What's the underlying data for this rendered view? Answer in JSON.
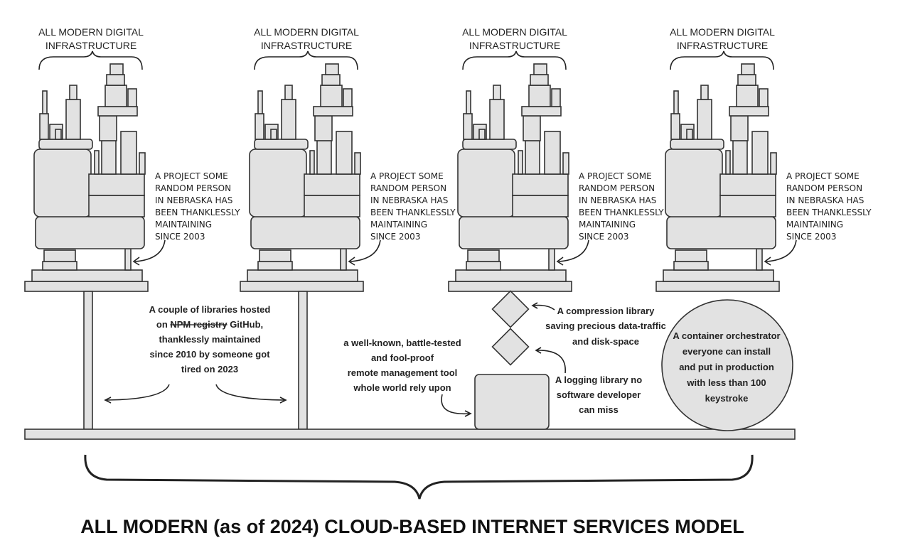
{
  "towers": [
    {
      "heading": [
        "ALL MODERN DIGITAL",
        "INFRASTRUCTURE"
      ],
      "annotation": [
        "A PROJECT SOME",
        "RANDOM PERSON",
        "IN NEBRASKA HAS",
        "BEEN THANKLESSLY",
        "MAINTAINING",
        "SINCE 2003"
      ]
    },
    {
      "heading": [
        "ALL MODERN DIGITAL",
        "INFRASTRUCTURE"
      ],
      "annotation": [
        "A PROJECT SOME",
        "RANDOM PERSON",
        "IN NEBRASKA HAS",
        "BEEN THANKLESSLY",
        "MAINTAINING",
        "SINCE 2003"
      ]
    },
    {
      "heading": [
        "ALL MODERN DIGITAL",
        "INFRASTRUCTURE"
      ],
      "annotation": [
        "A PROJECT SOME",
        "RANDOM PERSON",
        "IN NEBRASKA HAS",
        "BEEN THANKLESSLY",
        "MAINTAINING",
        "SINCE 2003"
      ]
    },
    {
      "heading": [
        "ALL MODERN DIGITAL",
        "INFRASTRUCTURE"
      ],
      "annotation": [
        "A PROJECT SOME",
        "RANDOM PERSON",
        "IN NEBRASKA HAS",
        "BEEN THANKLESSLY",
        "MAINTAINING",
        "SINCE 2003"
      ]
    }
  ],
  "notes": {
    "libraries": {
      "line1": "A couple of libraries hosted",
      "line2_prefix": "on ",
      "line2_struck": "NPM registry",
      "line2_suffix": " GitHub,",
      "line3": "thanklessly maintained",
      "line4": "since 2010 by someone got",
      "line5": "tired on 2023"
    },
    "remote_tool": [
      "a well-known, battle-tested",
      "and fool-proof",
      "remote management tool",
      "whole world rely upon"
    ],
    "compression": [
      "A compression library",
      "saving precious data-traffic",
      "and disk-space"
    ],
    "logging": [
      "A logging library no",
      "software developer",
      "can miss"
    ],
    "orchestrator": [
      "A container orchestrator",
      "everyone can install",
      "and put in production",
      "with less than 100",
      "keystroke"
    ]
  },
  "title": "ALL MODERN (as of 2024) CLOUD-BASED INTERNET SERVICES MODEL"
}
